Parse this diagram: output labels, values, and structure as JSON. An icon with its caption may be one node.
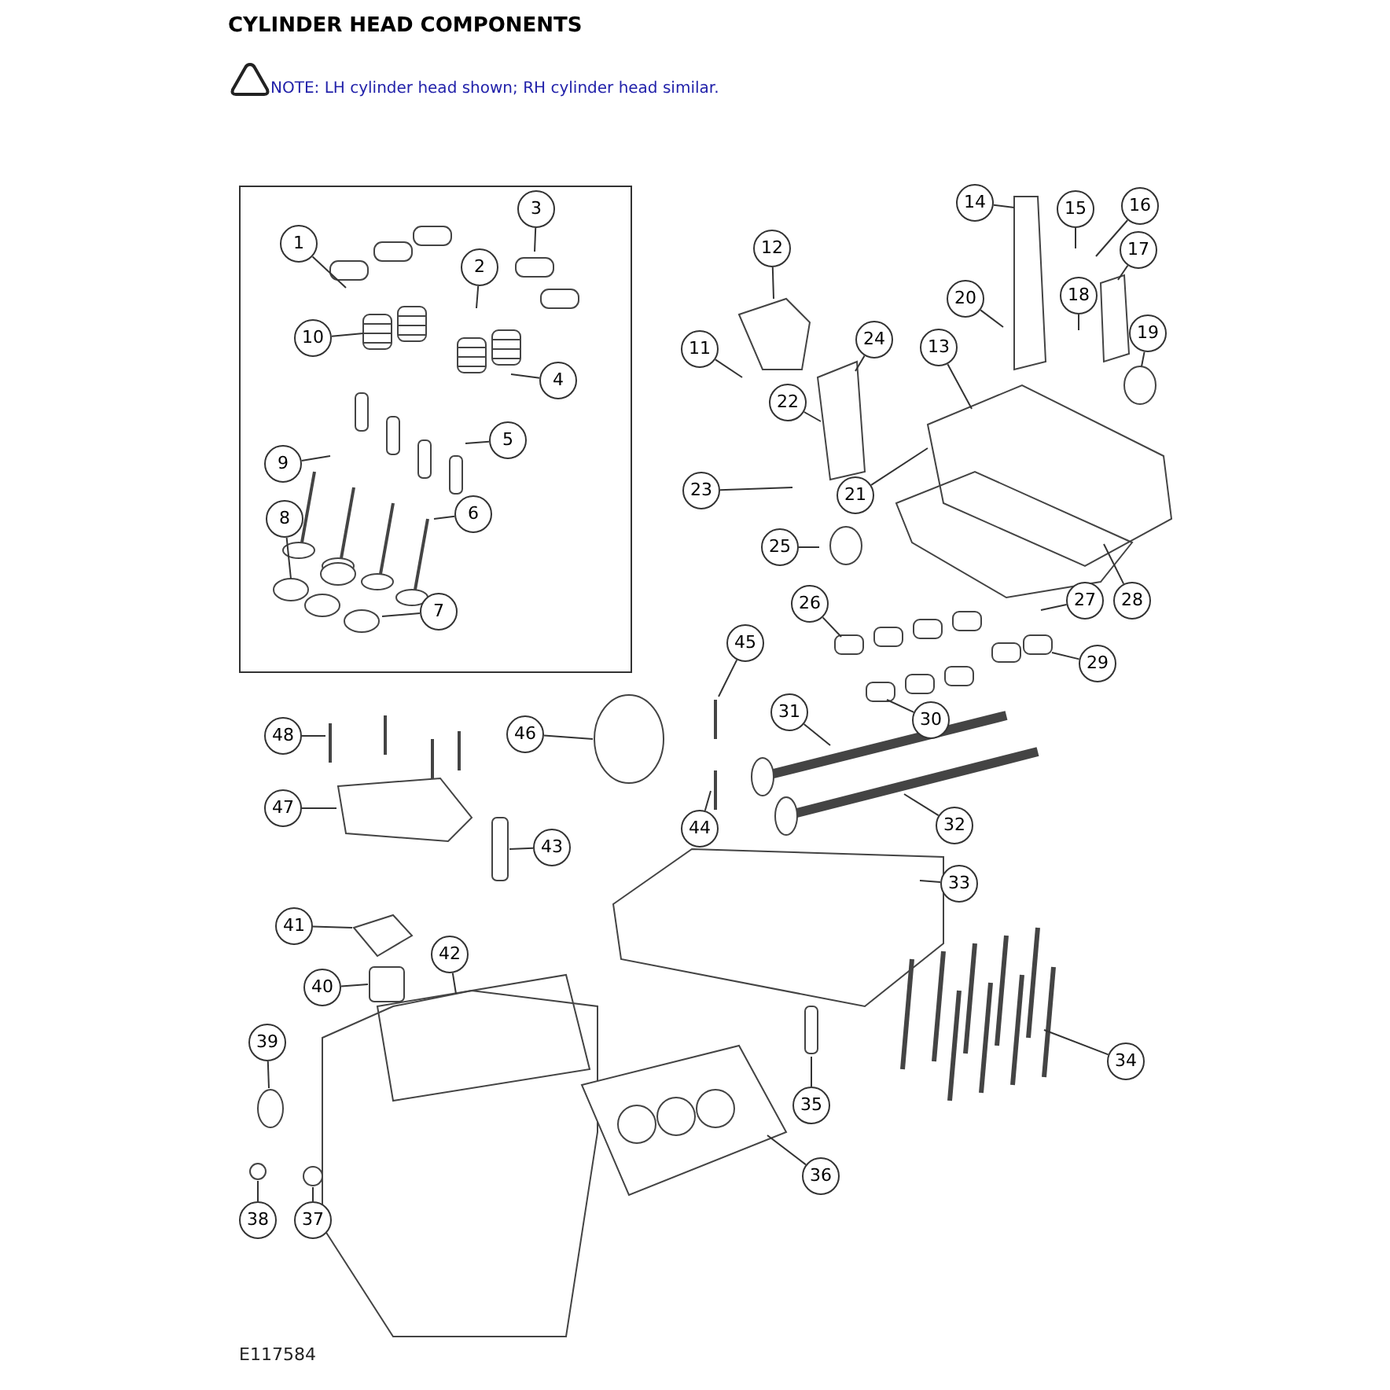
{
  "diagram": {
    "title": "CYLINDER HEAD COMPONENTS",
    "nodes": [
      {
        "text": [],
        "shape": "box"
      },
      {
        "text": [
          "1"
        ],
        "in": 0
      },
      {
        "text": [
          "2"
        ],
        "in": 0
      },
      {
        "text": [
          "3"
        ],
        "in": 0
      },
      {
        "text": [
          "4"
        ],
        "in": 0
      },
      {
        "text": [
          "5"
        ],
        "in": 0
      },
      {
        "text": [
          "6"
        ],
        "in": 0
      },
      {
        "text": [
          "7"
        ],
        "in": 0
      },
      {
        "text": [
          "8"
        ],
        "in": 0
      },
      {
        "text": [
          "9"
        ],
        "in": 0
      },
      {
        "text": [
          "10"
        ],
        "in": 0
      },
      {
        "text": [
          "11"
        ]
      },
      {
        "text": [
          "12"
        ]
      },
      {
        "text": [
          "13"
        ]
      },
      {
        "text": [
          "14"
        ]
      },
      {
        "text": [
          "15"
        ]
      },
      {
        "text": [
          "16"
        ]
      },
      {
        "text": [
          "17"
        ]
      },
      {
        "text": [
          "18"
        ]
      },
      {
        "text": [
          "19"
        ]
      },
      {
        "text": [
          "20"
        ]
      },
      {
        "text": [
          "21"
        ]
      },
      {
        "text": [
          "22"
        ]
      },
      {
        "text": [
          "23"
        ]
      },
      {
        "text": [
          "24"
        ]
      },
      {
        "text": [
          "25"
        ]
      },
      {
        "text": [
          "26"
        ]
      },
      {
        "text": [
          "27"
        ]
      },
      {
        "text": [
          "28"
        ]
      },
      {
        "text": [
          "29"
        ]
      },
      {
        "text": [
          "30"
        ]
      },
      {
        "text": [
          "31"
        ]
      },
      {
        "text": [
          "32"
        ]
      },
      {
        "text": [
          "33"
        ]
      },
      {
        "text": [
          "34"
        ]
      },
      {
        "text": [
          "35"
        ]
      },
      {
        "text": [
          "36"
        ]
      },
      {
        "text": [
          "37"
        ]
      },
      {
        "text": [
          "38"
        ]
      },
      {
        "text": [
          "39"
        ]
      },
      {
        "text": [
          "40"
        ]
      },
      {
        "text": [
          "41"
        ]
      },
      {
        "text": [
          "42"
        ]
      },
      {
        "text": [
          "43"
        ]
      },
      {
        "text": [
          "44"
        ]
      },
      {
        "text": [
          "45"
        ]
      },
      {
        "text": [
          "46"
        ]
      },
      {
        "text": [
          "47"
        ]
      },
      {
        "text": [
          "48"
        ]
      }
    ],
    "edges": [
      {
        "from": 1,
        "to": null,
        "arrow": "none"
      },
      {
        "from": 2,
        "to": null,
        "arrow": "none"
      },
      {
        "from": 3,
        "to": null,
        "arrow": "none"
      },
      {
        "from": 4,
        "to": null,
        "arrow": "none"
      },
      {
        "from": 5,
        "to": null,
        "arrow": "none"
      },
      {
        "from": 6,
        "to": null,
        "arrow": "none"
      },
      {
        "from": 7,
        "to": null,
        "arrow": "none"
      },
      {
        "from": 8,
        "to": null,
        "arrow": "none"
      },
      {
        "from": 9,
        "to": null,
        "arrow": "none"
      },
      {
        "from": 10,
        "to": null,
        "arrow": "none"
      },
      {
        "from": 11,
        "to": null,
        "arrow": "none"
      },
      {
        "from": 12,
        "to": null,
        "arrow": "none"
      },
      {
        "from": 13,
        "to": null,
        "arrow": "none"
      },
      {
        "from": 14,
        "to": null,
        "arrow": "none"
      },
      {
        "from": 15,
        "to": null,
        "arrow": "none"
      },
      {
        "from": 16,
        "to": null,
        "arrow": "none"
      },
      {
        "from": 17,
        "to": null,
        "arrow": "none"
      },
      {
        "from": 18,
        "to": null,
        "arrow": "none"
      },
      {
        "from": 19,
        "to": null,
        "arrow": "none"
      },
      {
        "from": 20,
        "to": null,
        "arrow": "none"
      },
      {
        "from": 21,
        "to": null,
        "arrow": "none"
      },
      {
        "from": 22,
        "to": null,
        "arrow": "none"
      },
      {
        "from": 23,
        "to": null,
        "arrow": "none"
      },
      {
        "from": 24,
        "to": null,
        "arrow": "none"
      },
      {
        "from": 25,
        "to": null,
        "arrow": "none"
      },
      {
        "from": 26,
        "to": null,
        "arrow": "none"
      },
      {
        "from": 27,
        "to": null,
        "arrow": "none"
      },
      {
        "from": 28,
        "to": null,
        "arrow": "none"
      },
      {
        "from": 29,
        "to": null,
        "arrow": "none"
      },
      {
        "from": 30,
        "to": null,
        "arrow": "none"
      },
      {
        "from": 31,
        "to": null,
        "arrow": "none"
      },
      {
        "from": 32,
        "to": null,
        "arrow": "none"
      },
      {
        "from": 33,
        "to": null,
        "arrow": "none"
      },
      {
        "from": 34,
        "to": null,
        "arrow": "none"
      },
      {
        "from": 35,
        "to": null,
        "arrow": "none"
      },
      {
        "from": 36,
        "to": null,
        "arrow": "none"
      },
      {
        "from": 37,
        "to": null,
        "arrow": "none"
      },
      {
        "from": 38,
        "to": null,
        "arrow": "none"
      },
      {
        "from": 39,
        "to": null,
        "arrow": "none"
      },
      {
        "from": 40,
        "to": null,
        "arrow": "none"
      },
      {
        "from": 41,
        "to": null,
        "arrow": "none"
      },
      {
        "from": 42,
        "to": null,
        "arrow": "none"
      },
      {
        "from": 43,
        "to": null,
        "arrow": "none"
      },
      {
        "from": 44,
        "to": null,
        "arrow": "none"
      },
      {
        "from": 45,
        "to": null,
        "arrow": "none"
      },
      {
        "from": 46,
        "to": null,
        "arrow": "none"
      },
      {
        "from": 47,
        "to": null,
        "arrow": "none"
      },
      {
        "from": 48,
        "to": null,
        "arrow": "none"
      }
    ],
    "labels": [
      "NOTE: LH cylinder head shown; RH cylinder head similar.",
      "E117584"
    ]
  }
}
